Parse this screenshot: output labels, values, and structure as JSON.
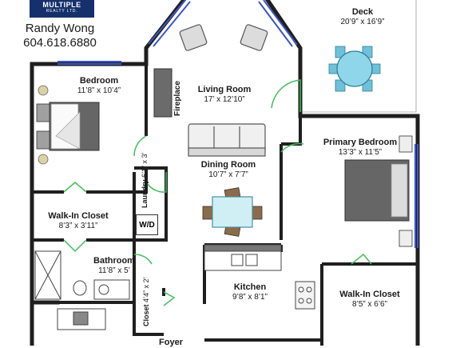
{
  "branding": {
    "logo_line1": "MULTIPLE",
    "logo_line2": "REALTY LTD.",
    "agent_name": "Randy Wong",
    "agent_phone": "604.618.6880"
  },
  "rooms": {
    "deck": {
      "name": "Deck",
      "dims": "20’9” x 16’9”"
    },
    "bedroom": {
      "name": "Bedroom",
      "dims": "11’8” x 10’4”"
    },
    "living_room": {
      "name": "Living Room",
      "dims": "17’ x 12’10”"
    },
    "fireplace": {
      "name": "Fireplace"
    },
    "dining_room": {
      "name": "Dining Room",
      "dims": "10’7” x 7’7”"
    },
    "primary_bedroom": {
      "name": "Primary Bedroom",
      "dims": "13’3” x 11’5”"
    },
    "laundry": {
      "name": "Laundry",
      "dims": "6’1” x 3’"
    },
    "washer_dryer": {
      "name": "W/D"
    },
    "walk_in_closet_left": {
      "name": "Walk-In Closet",
      "dims": "8’3” x 3’11”"
    },
    "bathroom": {
      "name": "Bathroom",
      "dims": "11’8” x 5’"
    },
    "kitchen": {
      "name": "Kitchen",
      "dims": "9’8” x 8’1”"
    },
    "walk_in_closet_right": {
      "name": "Walk-In Closet",
      "dims": "8’5” x 6’6”"
    },
    "closet": {
      "name": "Closet",
      "dims": "4’4” x 2’"
    },
    "foyer": {
      "name": "Foyer"
    }
  },
  "colors": {
    "wall": "#1f1f1f",
    "door_swing": "#3fbf5a",
    "window": "#3b55c8",
    "furniture": "#7a7a7a",
    "logo_bg": "#16306b"
  }
}
